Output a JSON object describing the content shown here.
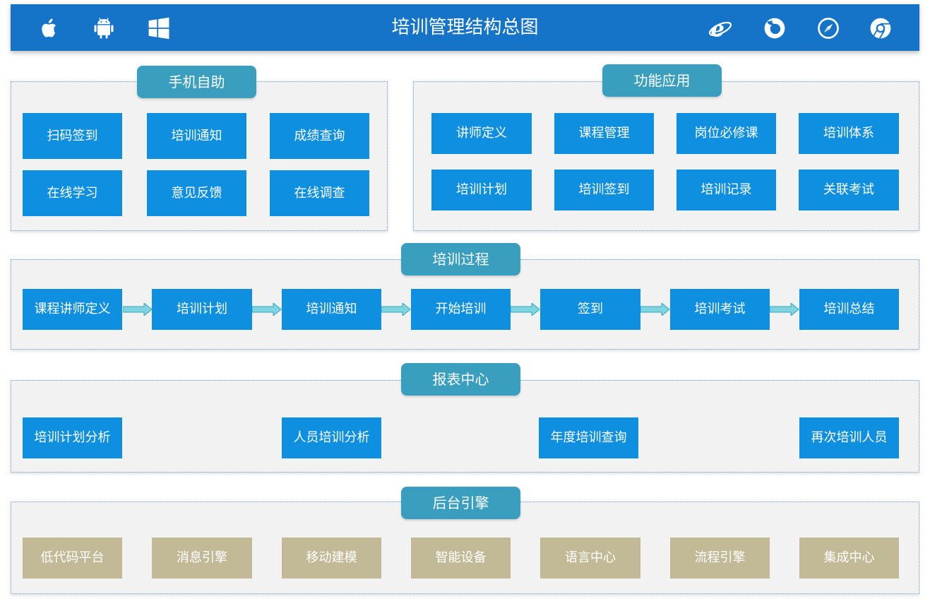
{
  "header": {
    "title": "培训管理结构总图",
    "left_icons": [
      "apple-icon",
      "android-icon",
      "windows-icon"
    ],
    "right_icons": [
      "ie-icon",
      "firefox-icon",
      "safari-icon",
      "chrome-icon"
    ]
  },
  "mobile": {
    "title": "手机自助",
    "items": [
      "扫码签到",
      "培训通知",
      "成绩查询",
      "在线学习",
      "意见反馈",
      "在线调查"
    ]
  },
  "function": {
    "title": "功能应用",
    "items": [
      "讲师定义",
      "课程管理",
      "岗位必修课",
      "培训体系",
      "培训计划",
      "培训签到",
      "培训记录",
      "关联考试"
    ]
  },
  "process": {
    "title": "培训过程",
    "steps": [
      "课程讲师定义",
      "培训计划",
      "培训通知",
      "开始培训",
      "签到",
      "培训考试",
      "培训总结"
    ]
  },
  "report": {
    "title": "报表中心",
    "items": [
      "培训计划分析",
      "人员培训分析",
      "年度培训查询",
      "再次培训人员"
    ]
  },
  "engine": {
    "title": "后台引擎",
    "items": [
      "低代码平台",
      "消息引擎",
      "移动建模",
      "智能设备",
      "语言中心",
      "流程引擎",
      "集成中心"
    ]
  },
  "colors": {
    "header": "#1574c8",
    "pill": "#3a9fbf",
    "box": "#0f8fdf",
    "engine_box": "#c2b996",
    "arrow": "#7fd4e0"
  }
}
